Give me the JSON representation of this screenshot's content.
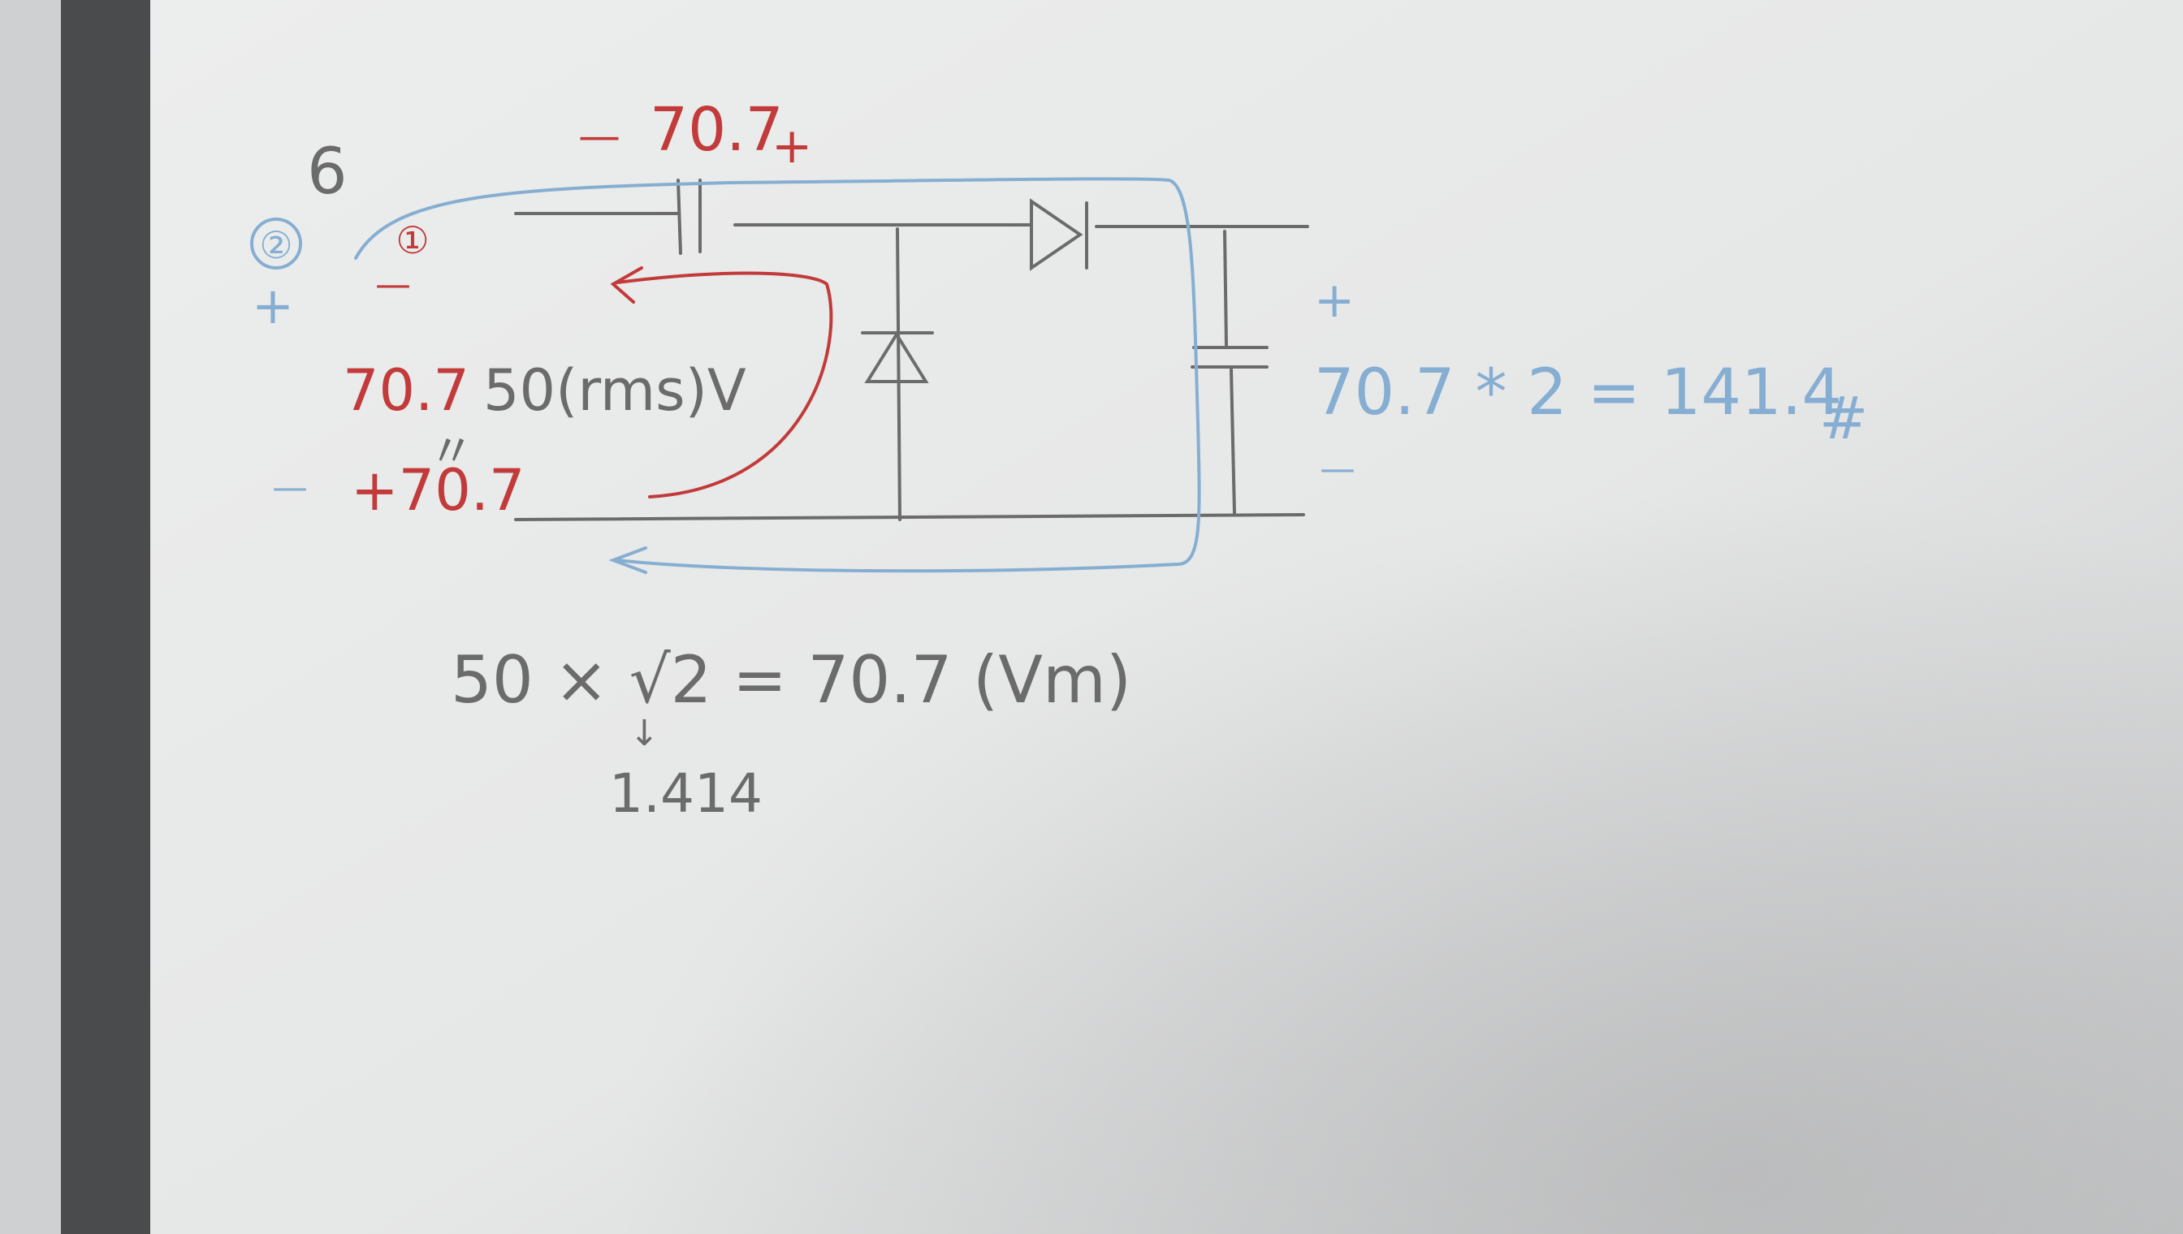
{
  "problem_number": "6",
  "pass_markers": {
    "second": "②",
    "first": "①"
  },
  "top_capacitor_voltage": {
    "minus": "—",
    "value": "70.7",
    "plus": "+"
  },
  "input_source": {
    "value_red": "70.7",
    "rating": "50(rms)V",
    "equals_mark": "〃",
    "bottom_value": "+70.7",
    "top_plus_blue": "+",
    "top_minus_red": "—",
    "bottom_minus_blue": "—"
  },
  "output": {
    "plus": "+",
    "minus": "—",
    "equation": "70.7 * 2 = 141.4",
    "end_mark": "#"
  },
  "calc": {
    "equation": "50 × √2 = 70.7 (Vm)",
    "arrow": "↓",
    "root2_value": "1.414"
  },
  "colors": {
    "paper": "#eeeeee",
    "pencil": "#6b6b6b",
    "red_ink": "#c23a3a",
    "blue_ink": "#86aed2",
    "binding": "#4a4b4c"
  }
}
